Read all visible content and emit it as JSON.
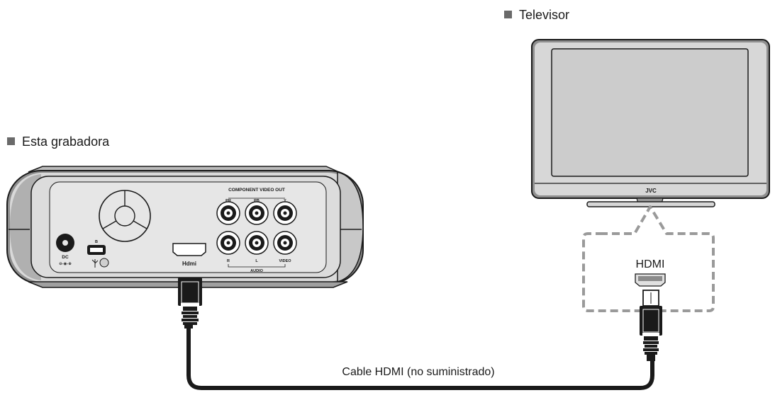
{
  "labels": {
    "recorder": "Esta grabadora",
    "tv": "Televisor",
    "cable": "Cable HDMI (no suministrado)",
    "tv_port": "HDMI"
  },
  "recorder_panel": {
    "component_title": "COMPONENT VIDEO OUT",
    "pr": "PR",
    "pb": "PB",
    "y": "Y",
    "r": "R",
    "l": "L",
    "video": "VIDEO",
    "audio": "AUDIO",
    "dc": "DC",
    "dc_polarity": "⊖-◉-⊕",
    "usb_b": "B",
    "usb_symbol": "⚲",
    "hdmi_logo": "Hdmi"
  },
  "tv": {
    "brand": "JVC"
  },
  "colors": {
    "outline": "#1a1a1a",
    "device_body": "#d9d9d9",
    "device_shadow": "#8e8e8e",
    "screen": "#cccccc",
    "dashed": "#9a9a9a",
    "bullet": "#6a6a6a"
  }
}
